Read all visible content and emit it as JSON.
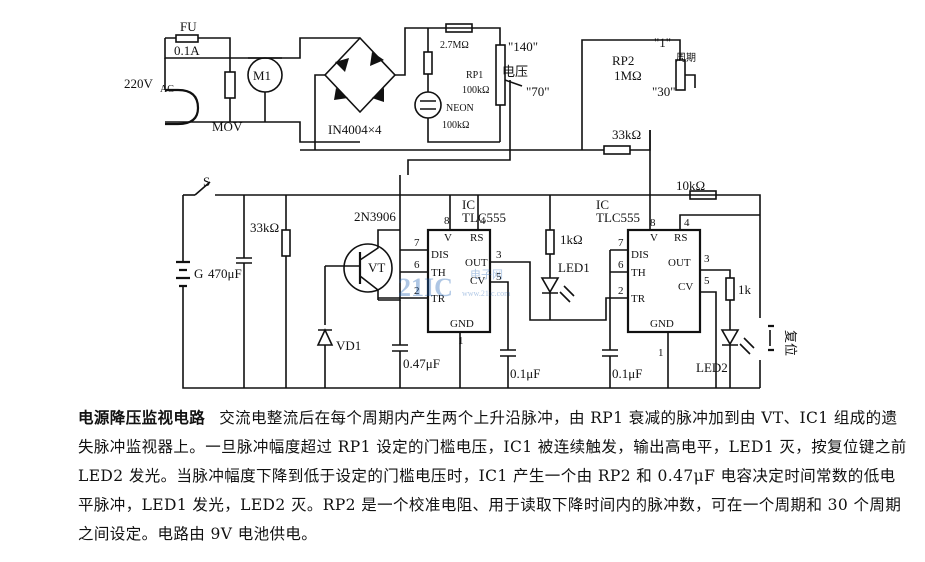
{
  "diagram": {
    "components": {
      "fuse": "FU",
      "fuse_rating": "0.1A",
      "mains": "220V",
      "mains_sub": "AC",
      "motor": "M1",
      "mov": "MOV",
      "diodes": "IN4004×4",
      "r_27m": "2.7MΩ",
      "rp1": "RP1",
      "rp1_val": "100kΩ",
      "neon": "NEON",
      "r_100k": "100kΩ",
      "tick_140": "\"140\"",
      "tick_70": "\"70\"",
      "voltage_label": "电压",
      "rp2": "RP2",
      "rp2_val": "1MΩ",
      "tick_1": "\"1\"",
      "period_label": "周期",
      "tick_30": "\"30\"",
      "r_33k_top": "33kΩ",
      "switch": "S",
      "battery": "G",
      "cap_470": "470μF",
      "r_33k_left": "33kΩ",
      "transistor_type": "2N3906",
      "transistor": "VT",
      "diode_vd1": "VD1",
      "cap_047": "0.47μF",
      "ic1_prefix": "IC",
      "ic1_name": "TLC555",
      "ic2_prefix": "IC",
      "ic2_name": "TLC555",
      "r_1k": "1kΩ",
      "led1": "LED1",
      "cap_01a": "0.1μF",
      "cap_01b": "0.1μF",
      "r_10k": "10kΩ",
      "r_1k_b": "1k",
      "led2": "LED2",
      "reset_label": "复位",
      "watermark": "21IC",
      "watermark_cn": "电子网",
      "watermark_url": "www.21ic.com"
    },
    "pins": {
      "v": "V",
      "rs": "RS",
      "dis": "DIS",
      "th": "TH",
      "tr": "TR",
      "out": "OUT",
      "cv": "CV",
      "gnd": "GND",
      "p8": "8",
      "p4": "4",
      "p7": "7",
      "p6": "6",
      "p2": "2",
      "p3": "3",
      "p5": "5",
      "p1": "1"
    }
  },
  "caption": {
    "title": "电源降压监视电路",
    "body": "交流电整流后在每个周期内产生两个上升沿脉冲，由 RP1 衰减的脉冲加到由 VT、IC1 组成的遗失脉冲监视器上。一旦脉冲幅度超过 RP1 设定的门槛电压，IC1 被连续触发，输出高电平，LED1 灭，按复位键之前 LED2 发光。当脉冲幅度下降到低于设定的门槛电压时，IC1 产生一个由 RP2 和 0.47μF 电容决定时间常数的低电平脉冲，LED1 发光，LED2 灭。RP2 是一个校准电阻、用于读取下降时间内的脉冲数，可在一个周期和 30 个周期之间设定。电路由 9V 电池供电。"
  }
}
